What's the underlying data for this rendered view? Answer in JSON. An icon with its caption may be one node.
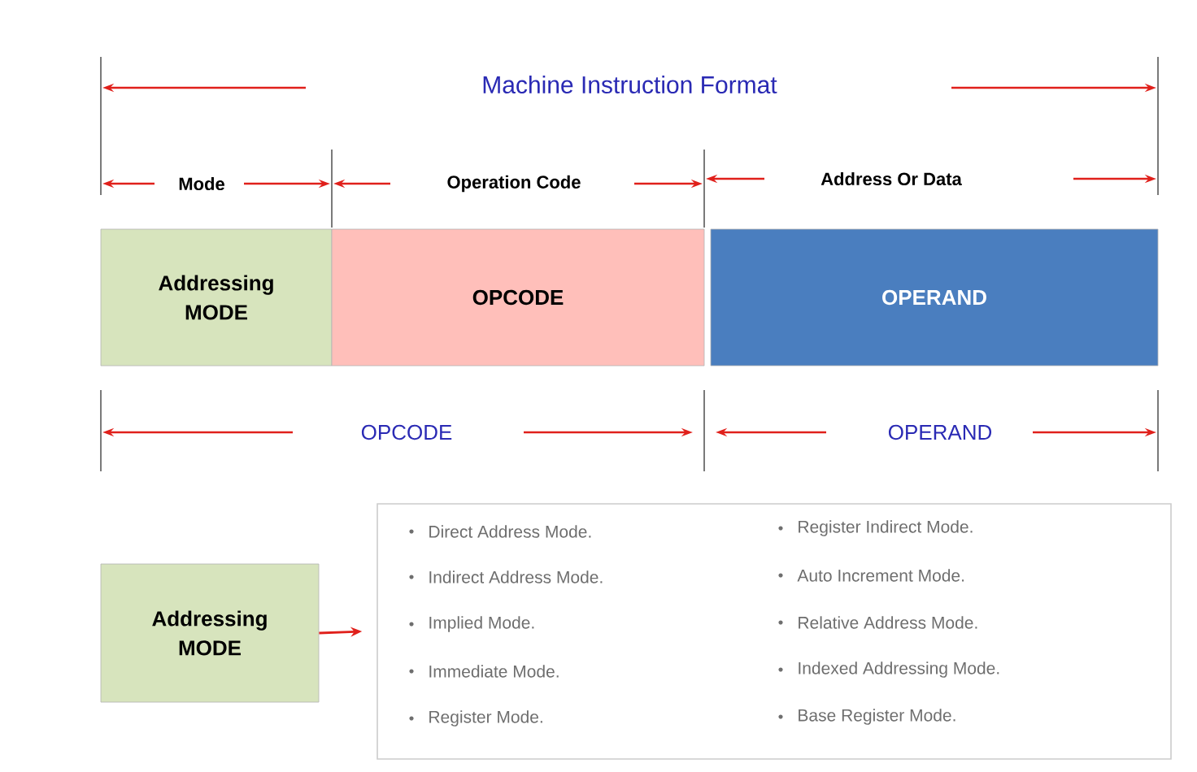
{
  "diagram": {
    "title": "Machine Instruction Format",
    "nodes": [
      {
        "text": [
          "Addressing MODE"
        ]
      },
      {
        "text": [
          "OPCODE"
        ]
      },
      {
        "text": [
          "OPERAND"
        ]
      },
      {
        "text": [
          "Addressing MODE"
        ]
      },
      {
        "text": [
          "Direct  Address Mode.",
          "Indirect Address Mode.",
          "Implied Mode.",
          "Immediate Mode.",
          "Register Mode.",
          "Register Indirect Mode.",
          "Auto Increment Mode.",
          "Relative Address Mode.",
          "Indexed Addressing Mode.",
          "Base Register Mode."
        ]
      }
    ],
    "edges": [
      {
        "from": 3,
        "to": 4,
        "arrow": "to"
      }
    ],
    "labels": [
      "Mode",
      "Operation Code",
      "Address Or Data",
      "OPCODE",
      "OPERAND"
    ]
  }
}
